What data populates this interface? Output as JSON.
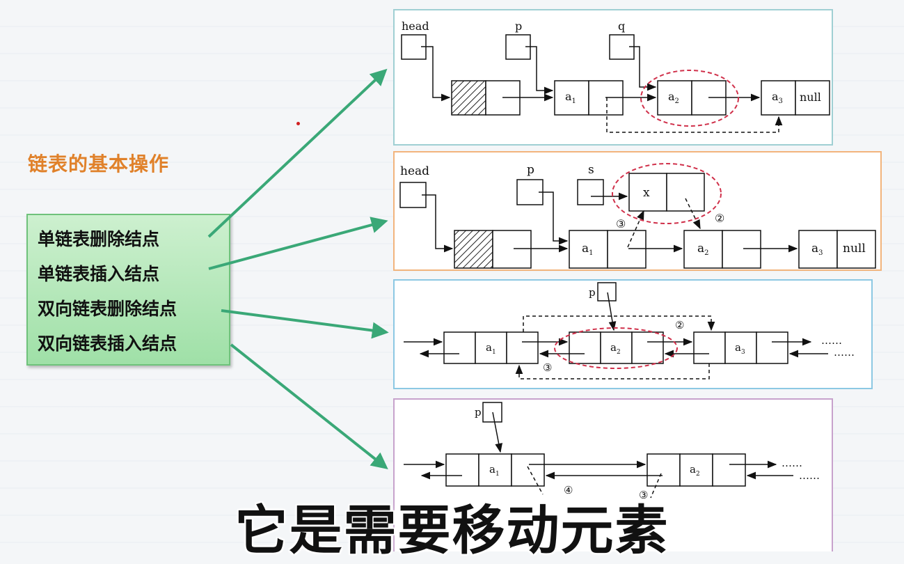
{
  "title": "链表的基本操作",
  "operations": [
    {
      "label": "单链表删除结点"
    },
    {
      "label": "单链表插入结点"
    },
    {
      "label": "双向链表删除结点"
    },
    {
      "label": "双向链表插入结点"
    }
  ],
  "diagram1": {
    "head": "head",
    "p": "p",
    "q": "q",
    "a1": "a",
    "a2": "a",
    "a3": "a",
    "sub1": "1",
    "sub2": "2",
    "sub3": "3",
    "null": "null"
  },
  "diagram2": {
    "head": "head",
    "p": "p",
    "s": "s",
    "x": "x",
    "a1": "a",
    "a2": "a",
    "a3": "a",
    "sub1": "1",
    "sub2": "2",
    "sub3": "3",
    "null": "null",
    "step2": "②",
    "step3": "③"
  },
  "diagram3": {
    "p": "p",
    "a1": "a",
    "a2": "a",
    "a3": "a",
    "sub1": "1",
    "sub2": "2",
    "sub3": "3",
    "step2": "②",
    "step3": "③",
    "dots": "……"
  },
  "diagram4": {
    "p": "p",
    "a1": "a",
    "a2": "a",
    "sub1": "1",
    "sub2": "2",
    "step4": "④",
    "step3": "③",
    "dots": "……"
  },
  "caption": "它是需要移动元素",
  "colors": {
    "title": "#e0812a",
    "box": "#a8e3af",
    "arrow": "#3aa877",
    "highlight": "#d0304a"
  }
}
